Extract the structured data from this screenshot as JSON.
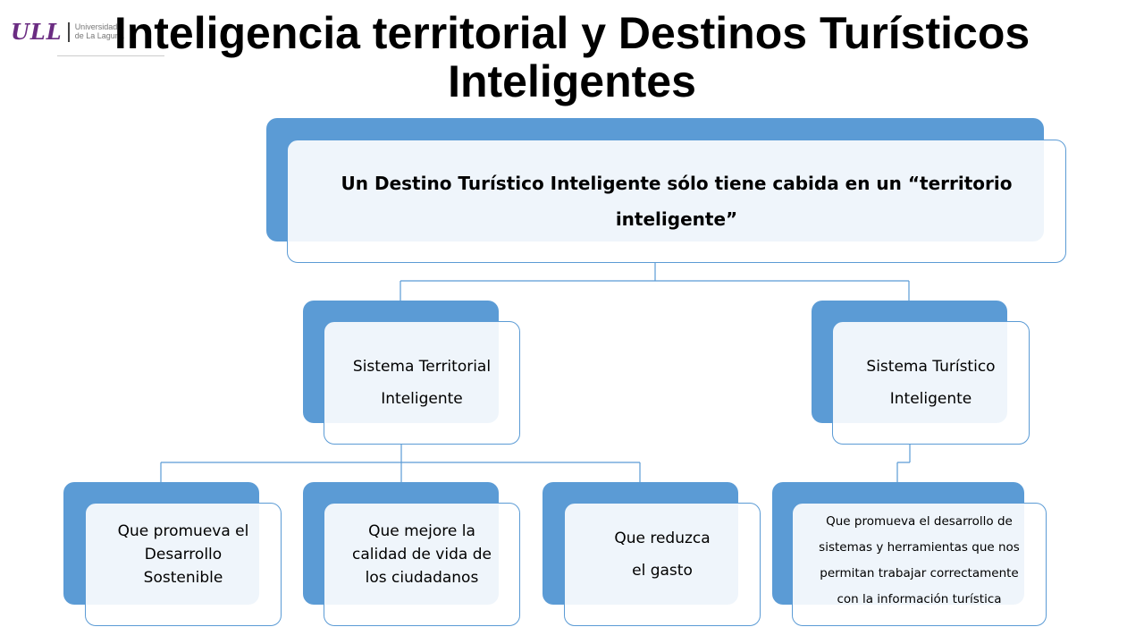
{
  "header": {
    "title": "Inteligencia territorial y Destinos Turísticos Inteligentes",
    "logo_text": "ULL",
    "logo_subtext": "Universidad\nde La Laguna"
  },
  "colors": {
    "node_fill": "#5b9bd5",
    "node_border": "#5b9bd5",
    "connector": "#5b9bd5"
  },
  "diagram": {
    "root": {
      "label": "Un Destino Turístico Inteligente sólo tiene cabida en un “territorio\ninteligente”"
    },
    "branches": [
      {
        "label": "Sistema Territorial\nInteligente",
        "children": [
          {
            "label": "Que promueva el\nDesarrollo\nSostenible"
          },
          {
            "label": "Que mejore la\ncalidad de vida de\nlos ciudadanos"
          },
          {
            "label": "Que reduzca\nel gasto"
          }
        ]
      },
      {
        "label": "Sistema Turístico\nInteligente",
        "children": [
          {
            "label": "Que promueva el desarrollo de\nsistemas y herramientas que nos\npermitan trabajar correctamente\ncon la información turística"
          }
        ]
      }
    ]
  }
}
